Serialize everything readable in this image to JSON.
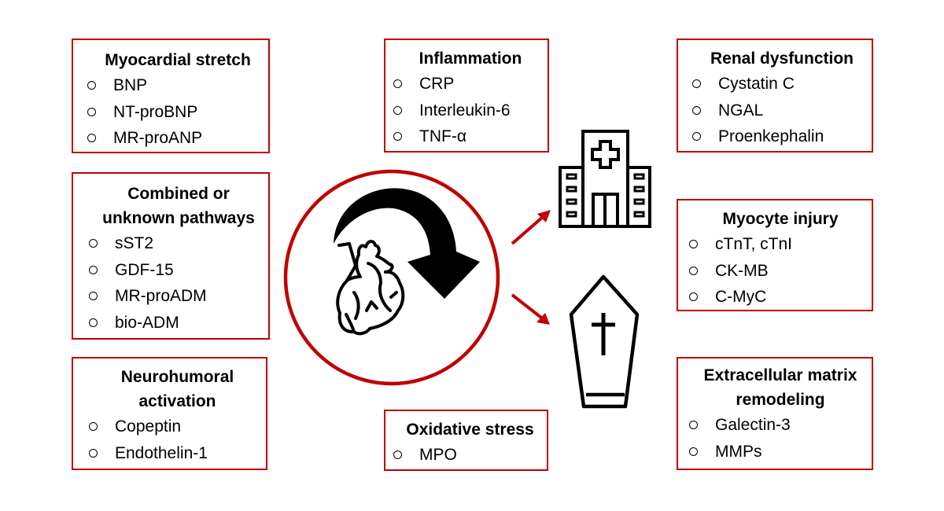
{
  "colors": {
    "accent": "#c00000",
    "ink": "#000000",
    "background": "#ffffff"
  },
  "boxes": {
    "myocardial_stretch": {
      "title": "Myocardial stretch",
      "items": [
        "BNP",
        "NT-proBNP",
        "MR-proANP"
      ]
    },
    "combined": {
      "title_line1": "Combined or",
      "title_line2": "unknown pathways",
      "items": [
        "sST2",
        "GDF-15",
        "MR-proADM",
        "bio-ADM"
      ]
    },
    "neurohumoral": {
      "title_line1": "Neurohumoral",
      "title_line2": "activation",
      "items": [
        "Copeptin",
        "Endothelin-1"
      ]
    },
    "inflammation": {
      "title": "Inflammation",
      "items": [
        "CRP",
        "Interleukin-6",
        "TNF-α"
      ]
    },
    "oxidative_stress": {
      "title": "Oxidative stress",
      "items": [
        "MPO"
      ]
    },
    "renal_dysfunction": {
      "title": "Renal dysfunction",
      "items": [
        "Cystatin C",
        "NGAL",
        "Proenkephalin"
      ]
    },
    "myocyte_injury": {
      "title": "Myocyte injury",
      "items": [
        "cTnT, cTnI",
        "CK-MB",
        "C-MyC"
      ]
    },
    "ecm_remodeling": {
      "title_line1": "Extracellular matrix",
      "title_line2": "remodeling",
      "items": [
        "Galectin-3",
        "MMPs"
      ]
    }
  },
  "icons": {
    "center": [
      "heart-icon",
      "curved-arrow-icon"
    ],
    "outcomes": [
      "hospital-icon",
      "coffin-icon"
    ],
    "arrows": [
      "arrow-to-hospital",
      "arrow-to-coffin"
    ]
  }
}
